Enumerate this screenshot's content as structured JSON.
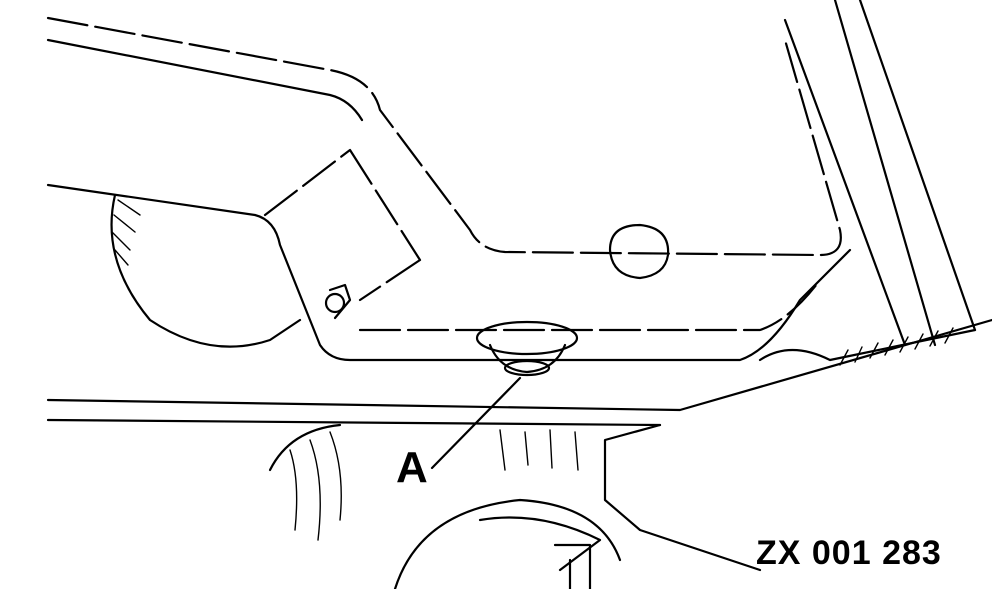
{
  "figure": {
    "callout_label": "A",
    "reference_code": "ZX 001 283",
    "description": "Technical line drawing of engine underside showing oil pan with drain plug A",
    "line_color": "#000000",
    "background_color": "#ffffff"
  }
}
